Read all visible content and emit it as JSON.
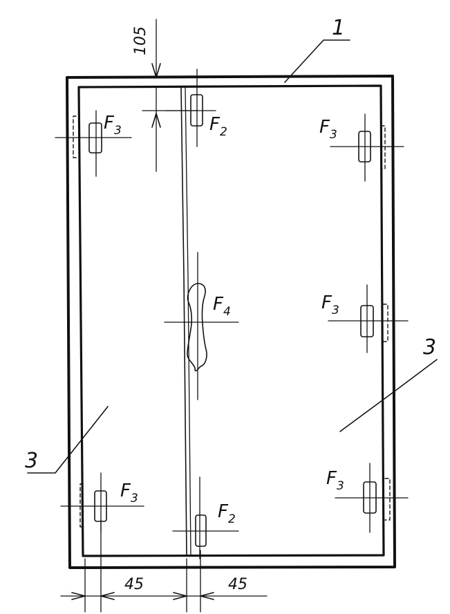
{
  "labels": {
    "frame": "1",
    "leaf_left": "3",
    "leaf_right": "3",
    "dim_top": "105",
    "dim_left": "45",
    "dim_right": "45"
  },
  "hinges": [
    {
      "base": "F",
      "sub": "3"
    },
    {
      "base": "F",
      "sub": "3"
    },
    {
      "base": "F",
      "sub": "3"
    },
    {
      "base": "F",
      "sub": "3"
    },
    {
      "base": "F",
      "sub": "3"
    }
  ],
  "locks": [
    {
      "base": "F",
      "sub": "2"
    },
    {
      "base": "F",
      "sub": "2"
    }
  ],
  "handle": {
    "base": "F",
    "sub": "4"
  }
}
